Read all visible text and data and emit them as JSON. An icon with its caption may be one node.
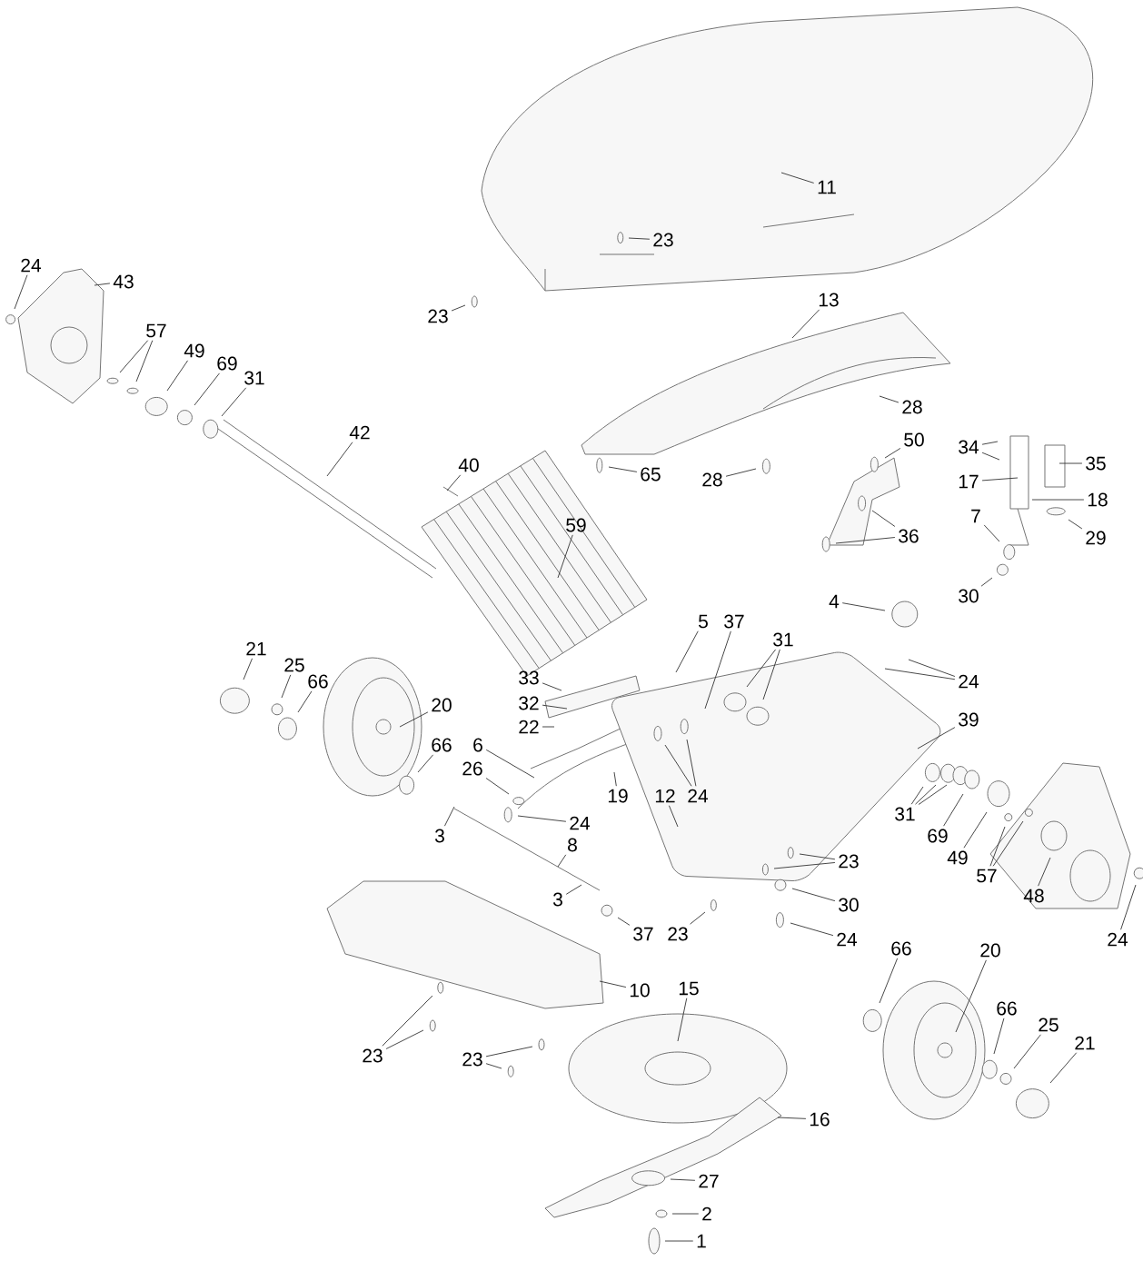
{
  "diagram": {
    "nodes": [
      {
        "text": [
          "11"
        ]
      },
      {
        "text": [
          "23"
        ]
      },
      {
        "text": [
          "24"
        ]
      },
      {
        "text": [
          "43"
        ]
      },
      {
        "text": [
          "13"
        ]
      },
      {
        "text": [
          "23"
        ]
      },
      {
        "text": [
          "57"
        ]
      },
      {
        "text": [
          "49"
        ]
      },
      {
        "text": [
          "69"
        ]
      },
      {
        "text": [
          "31"
        ]
      },
      {
        "text": [
          "28"
        ]
      },
      {
        "text": [
          "42"
        ]
      },
      {
        "text": [
          "50"
        ]
      },
      {
        "text": [
          "34"
        ]
      },
      {
        "text": [
          "35"
        ]
      },
      {
        "text": [
          "40"
        ]
      },
      {
        "text": [
          "65"
        ]
      },
      {
        "text": [
          "28"
        ]
      },
      {
        "text": [
          "17"
        ]
      },
      {
        "text": [
          "18"
        ]
      },
      {
        "text": [
          "7"
        ]
      },
      {
        "text": [
          "59"
        ]
      },
      {
        "text": [
          "36"
        ]
      },
      {
        "text": [
          "29"
        ]
      },
      {
        "text": [
          "4"
        ]
      },
      {
        "text": [
          "30"
        ]
      },
      {
        "text": [
          "5"
        ]
      },
      {
        "text": [
          "37"
        ]
      },
      {
        "text": [
          "31"
        ]
      },
      {
        "text": [
          "21"
        ]
      },
      {
        "text": [
          "25"
        ]
      },
      {
        "text": [
          "33"
        ]
      },
      {
        "text": [
          "66"
        ]
      },
      {
        "text": [
          "24"
        ]
      },
      {
        "text": [
          "32"
        ]
      },
      {
        "text": [
          "20"
        ]
      },
      {
        "text": [
          "39"
        ]
      },
      {
        "text": [
          "22"
        ]
      },
      {
        "text": [
          "6"
        ]
      },
      {
        "text": [
          "66"
        ]
      },
      {
        "text": [
          "26"
        ]
      },
      {
        "text": [
          "19"
        ]
      },
      {
        "text": [
          "12"
        ]
      },
      {
        "text": [
          "24"
        ]
      },
      {
        "text": [
          "31"
        ]
      },
      {
        "text": [
          "24"
        ]
      },
      {
        "text": [
          "3"
        ]
      },
      {
        "text": [
          "69"
        ]
      },
      {
        "text": [
          "8"
        ]
      },
      {
        "text": [
          "49"
        ]
      },
      {
        "text": [
          "23"
        ]
      },
      {
        "text": [
          "57"
        ]
      },
      {
        "text": [
          "3"
        ]
      },
      {
        "text": [
          "48"
        ]
      },
      {
        "text": [
          "30"
        ]
      },
      {
        "text": [
          "37"
        ]
      },
      {
        "text": [
          "23"
        ]
      },
      {
        "text": [
          "24"
        ]
      },
      {
        "text": [
          "24"
        ]
      },
      {
        "text": [
          "66"
        ]
      },
      {
        "text": [
          "20"
        ]
      },
      {
        "text": [
          "10"
        ]
      },
      {
        "text": [
          "15"
        ]
      },
      {
        "text": [
          "66"
        ]
      },
      {
        "text": [
          "25"
        ]
      },
      {
        "text": [
          "21"
        ]
      },
      {
        "text": [
          "23"
        ]
      },
      {
        "text": [
          "23"
        ]
      },
      {
        "text": [
          "16"
        ]
      },
      {
        "text": [
          "27"
        ]
      },
      {
        "text": [
          "2"
        ]
      },
      {
        "text": [
          "1"
        ]
      }
    ],
    "edges": [
      {
        "from": 0,
        "to": null,
        "arrow": "none"
      },
      {
        "from": 1,
        "to": null,
        "arrow": "none"
      },
      {
        "from": 2,
        "to": null,
        "arrow": "none"
      },
      {
        "from": 3,
        "to": null,
        "arrow": "none"
      },
      {
        "from": 4,
        "to": null,
        "arrow": "none"
      },
      {
        "from": 5,
        "to": null,
        "arrow": "none"
      },
      {
        "from": 6,
        "to": null,
        "arrow": "none"
      },
      {
        "from": 6,
        "to": null,
        "arrow": "none"
      },
      {
        "from": 7,
        "to": null,
        "arrow": "none"
      },
      {
        "from": 8,
        "to": null,
        "arrow": "none"
      },
      {
        "from": 9,
        "to": null,
        "arrow": "none"
      },
      {
        "from": 10,
        "to": null,
        "arrow": "none"
      },
      {
        "from": 11,
        "to": null,
        "arrow": "none"
      },
      {
        "from": 12,
        "to": null,
        "arrow": "none"
      },
      {
        "from": 13,
        "to": null,
        "arrow": "none"
      },
      {
        "from": 13,
        "to": null,
        "arrow": "none"
      },
      {
        "from": 14,
        "to": null,
        "arrow": "none"
      },
      {
        "from": 15,
        "to": null,
        "arrow": "none"
      },
      {
        "from": 16,
        "to": null,
        "arrow": "none"
      },
      {
        "from": 17,
        "to": null,
        "arrow": "none"
      },
      {
        "from": 18,
        "to": null,
        "arrow": "none"
      },
      {
        "from": 19,
        "to": null,
        "arrow": "none"
      },
      {
        "from": 20,
        "to": null,
        "arrow": "none"
      },
      {
        "from": 21,
        "to": null,
        "arrow": "none"
      },
      {
        "from": 22,
        "to": null,
        "arrow": "none"
      },
      {
        "from": 22,
        "to": null,
        "arrow": "none"
      },
      {
        "from": 23,
        "to": null,
        "arrow": "none"
      },
      {
        "from": 24,
        "to": null,
        "arrow": "none"
      },
      {
        "from": 25,
        "to": null,
        "arrow": "none"
      },
      {
        "from": 26,
        "to": null,
        "arrow": "none"
      },
      {
        "from": 27,
        "to": null,
        "arrow": "none"
      },
      {
        "from": 28,
        "to": null,
        "arrow": "none"
      },
      {
        "from": 28,
        "to": null,
        "arrow": "none"
      },
      {
        "from": 29,
        "to": null,
        "arrow": "none"
      },
      {
        "from": 30,
        "to": null,
        "arrow": "none"
      },
      {
        "from": 31,
        "to": null,
        "arrow": "none"
      },
      {
        "from": 32,
        "to": null,
        "arrow": "none"
      },
      {
        "from": 33,
        "to": null,
        "arrow": "none"
      },
      {
        "from": 33,
        "to": null,
        "arrow": "none"
      },
      {
        "from": 34,
        "to": null,
        "arrow": "none"
      },
      {
        "from": 35,
        "to": null,
        "arrow": "none"
      },
      {
        "from": 36,
        "to": null,
        "arrow": "none"
      },
      {
        "from": 37,
        "to": null,
        "arrow": "none"
      },
      {
        "from": 38,
        "to": null,
        "arrow": "none"
      },
      {
        "from": 39,
        "to": null,
        "arrow": "none"
      },
      {
        "from": 40,
        "to": null,
        "arrow": "none"
      },
      {
        "from": 41,
        "to": null,
        "arrow": "none"
      },
      {
        "from": 42,
        "to": null,
        "arrow": "none"
      },
      {
        "from": 43,
        "to": null,
        "arrow": "none"
      },
      {
        "from": 43,
        "to": null,
        "arrow": "none"
      },
      {
        "from": 44,
        "to": null,
        "arrow": "none"
      },
      {
        "from": 44,
        "to": null,
        "arrow": "none"
      },
      {
        "from": 44,
        "to": null,
        "arrow": "none"
      },
      {
        "from": 45,
        "to": null,
        "arrow": "none"
      },
      {
        "from": 46,
        "to": null,
        "arrow": "none"
      },
      {
        "from": 47,
        "to": null,
        "arrow": "none"
      },
      {
        "from": 48,
        "to": null,
        "arrow": "none"
      },
      {
        "from": 49,
        "to": null,
        "arrow": "none"
      },
      {
        "from": 50,
        "to": null,
        "arrow": "none"
      },
      {
        "from": 50,
        "to": null,
        "arrow": "none"
      },
      {
        "from": 51,
        "to": null,
        "arrow": "none"
      },
      {
        "from": 51,
        "to": null,
        "arrow": "none"
      },
      {
        "from": 52,
        "to": null,
        "arrow": "none"
      },
      {
        "from": 53,
        "to": null,
        "arrow": "none"
      },
      {
        "from": 54,
        "to": null,
        "arrow": "none"
      },
      {
        "from": 55,
        "to": null,
        "arrow": "none"
      },
      {
        "from": 56,
        "to": null,
        "arrow": "none"
      },
      {
        "from": 57,
        "to": null,
        "arrow": "none"
      },
      {
        "from": 58,
        "to": null,
        "arrow": "none"
      },
      {
        "from": 59,
        "to": null,
        "arrow": "none"
      },
      {
        "from": 60,
        "to": null,
        "arrow": "none"
      },
      {
        "from": 61,
        "to": null,
        "arrow": "none"
      },
      {
        "from": 62,
        "to": null,
        "arrow": "none"
      },
      {
        "from": 63,
        "to": null,
        "arrow": "none"
      },
      {
        "from": 64,
        "to": null,
        "arrow": "none"
      },
      {
        "from": 65,
        "to": null,
        "arrow": "none"
      },
      {
        "from": 66,
        "to": null,
        "arrow": "none"
      },
      {
        "from": 66,
        "to": null,
        "arrow": "none"
      },
      {
        "from": 67,
        "to": null,
        "arrow": "none"
      },
      {
        "from": 67,
        "to": null,
        "arrow": "none"
      },
      {
        "from": 68,
        "to": null,
        "arrow": "none"
      },
      {
        "from": 69,
        "to": null,
        "arrow": "none"
      },
      {
        "from": 70,
        "to": null,
        "arrow": "none"
      },
      {
        "from": 71,
        "to": null,
        "arrow": "none"
      }
    ]
  }
}
